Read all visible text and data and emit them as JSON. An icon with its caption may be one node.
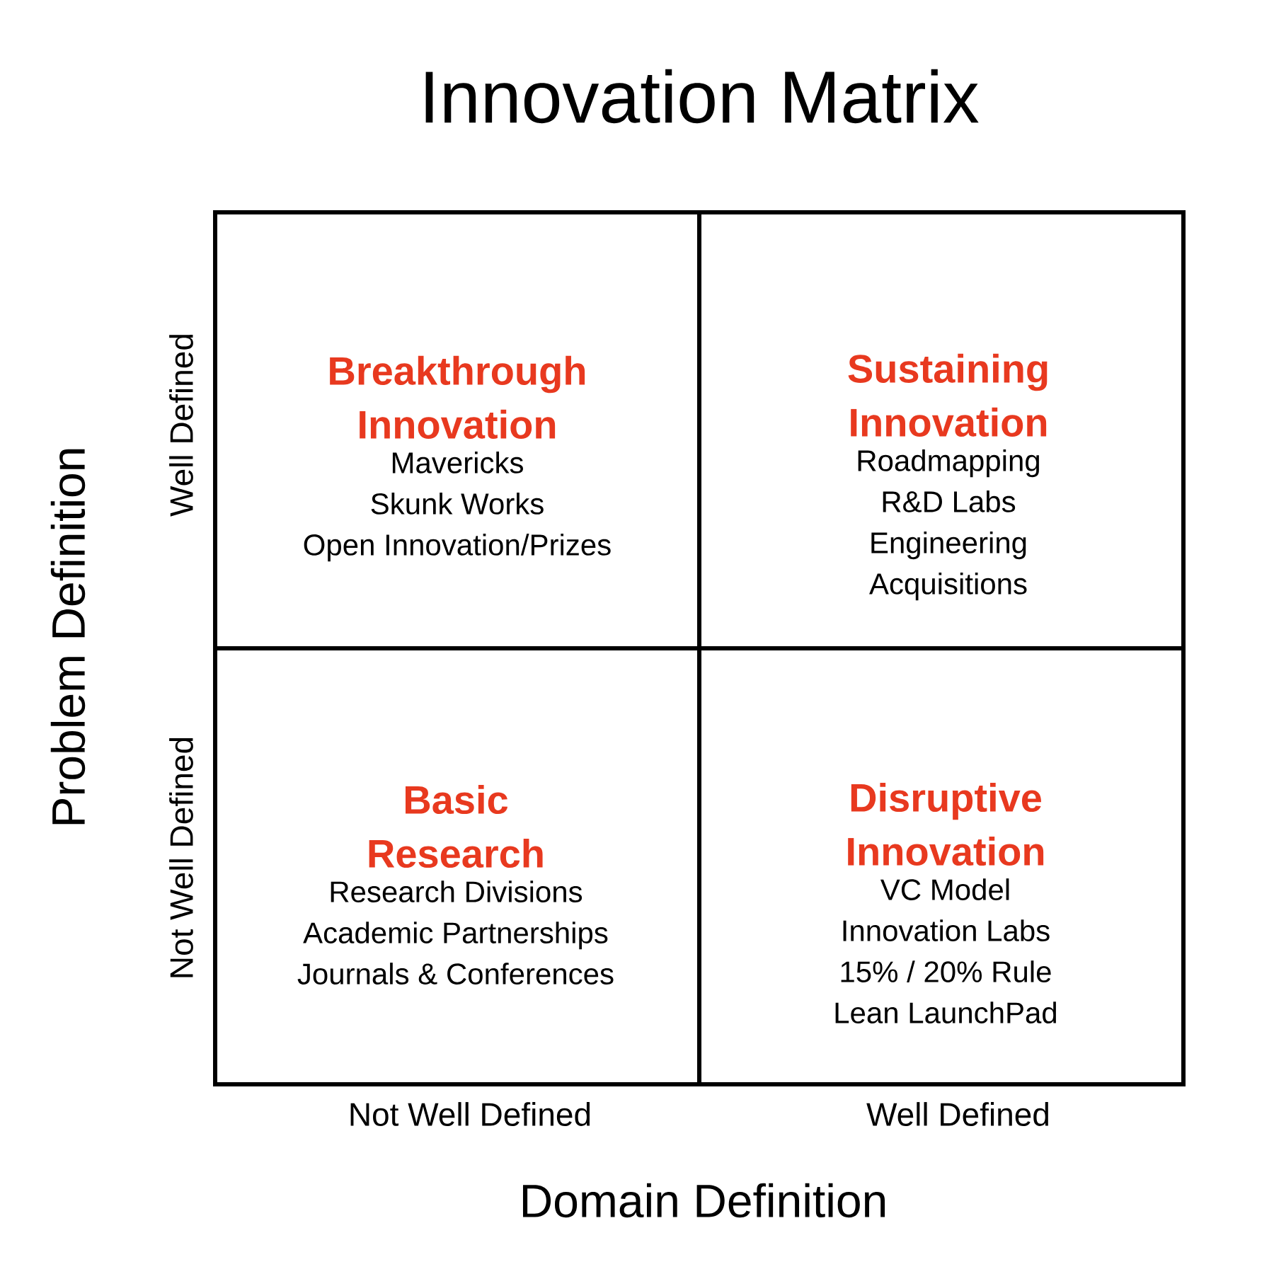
{
  "diagram": {
    "title": "Innovation Matrix",
    "nodes": [
      {
        "text": [
          "Breakthrough Innovation",
          "Mavericks",
          "Skunk Works",
          "Open Innovation/Prizes"
        ]
      },
      {
        "text": [
          "Sustaining Innovation",
          "Roadmapping",
          "R&D Labs",
          "Engineering",
          "Acquisitions"
        ]
      },
      {
        "text": [
          "Basic Research",
          "Research Divisions",
          "Academic Partnerships",
          "Journals & Conferences"
        ]
      },
      {
        "text": [
          "Disruptive Innovation",
          "VC Model",
          "Innovation Labs",
          "15% / 20% Rule",
          "Lean LaunchPad"
        ]
      }
    ],
    "labels": [
      "Well Defined",
      "Not Well Defined",
      "Problem Definition",
      "Not Well Defined",
      "Well Defined",
      "Domain Definition"
    ]
  }
}
